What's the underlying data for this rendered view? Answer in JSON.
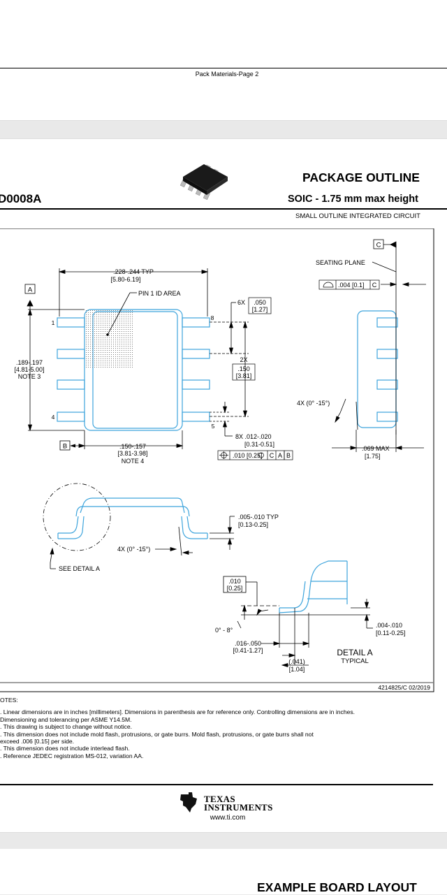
{
  "page_top": {
    "footer": "Pack Materials-Page 2"
  },
  "header": {
    "package_code": "D0008A",
    "title": "PACKAGE OUTLINE",
    "subtitle": "SOIC - 1.75 mm max height",
    "description": "SMALL OUTLINE INTEGRATED CIRCUIT"
  },
  "drawing": {
    "datum_a": "A",
    "datum_b": "B",
    "datum_c": "C",
    "width_typ_in": ".228-.244  TYP",
    "width_typ_mm": "[5.80-6.19]",
    "pin1_area": "PIN 1 ID AREA",
    "pin_1": "1",
    "pin_4": "4",
    "pin_5": "5",
    "pin_8": "8",
    "pitch_count": "6X",
    "pitch_in": ".050",
    "pitch_mm": "[1.27]",
    "span_count": "2X",
    "span_in": ".150",
    "span_mm": "[3.81]",
    "length_in": ".189-.197",
    "length_mm": "[4.81-5.00]",
    "length_note": "NOTE 3",
    "body_width_in": ".150-.157",
    "body_width_mm": "[3.81-3.98]",
    "body_width_note": "NOTE 4",
    "lead_count": "8X .012-.020",
    "lead_mm": "[0.31-0.51]",
    "position_tol": ".010 [0.25]",
    "position_refs": [
      "C",
      "A",
      "B"
    ],
    "seating_plane": "SEATING PLANE",
    "flatness_tol": ".004 [0.1]",
    "flatness_ref": "C",
    "angle_side": "4X (0° -15°)",
    "max_height_in": ".069 MAX",
    "max_height_mm": "[1.75]",
    "standoff_in": ".005-.010  TYP",
    "standoff_mm": "[0.13-0.25]",
    "angle_front": "4X (0° -15°)",
    "see_detail": "SEE DETAIL A",
    "gauge_in": ".010",
    "gauge_mm": "[0.25]",
    "foot_angle": "0° - 8°",
    "foot_len_in": ".016-.050",
    "foot_len_mm": "[0.41-1.27]",
    "footprint_in": "(.041)",
    "footprint_mm": "[1.04]",
    "thick_in": ".004-.010",
    "thick_mm": "[0.11-0.25]",
    "detail_title": "DETAIL A",
    "detail_sub": "TYPICAL",
    "drawing_number": "4214825/C   02/2019"
  },
  "notes": {
    "heading": "OTES:",
    "lines": [
      ". Linear dimensions are in inches [millimeters]. Dimensions in parenthesis are for reference only. Controlling dimensions are in inches.",
      "  Dimensioning and tolerancing per ASME Y14.5M.",
      ". This drawing is subject to change without notice.",
      ". This dimension does not include mold flash, protrusions, or gate burrs. Mold flash, protrusions, or gate burrs shall not",
      "  exceed .006 [0.15] per side.",
      ". This dimension does not include interlead flash.",
      ". Reference JEDEC registration MS-012, variation AA."
    ]
  },
  "brand": {
    "name_line1": "TEXAS",
    "name_line2": "INSTRUMENTS",
    "url": "www.ti.com"
  },
  "next_page": {
    "title": "EXAMPLE BOARD LAYOUT"
  },
  "colors": {
    "outline_blue": "#3da4dc",
    "line": "#000000"
  }
}
